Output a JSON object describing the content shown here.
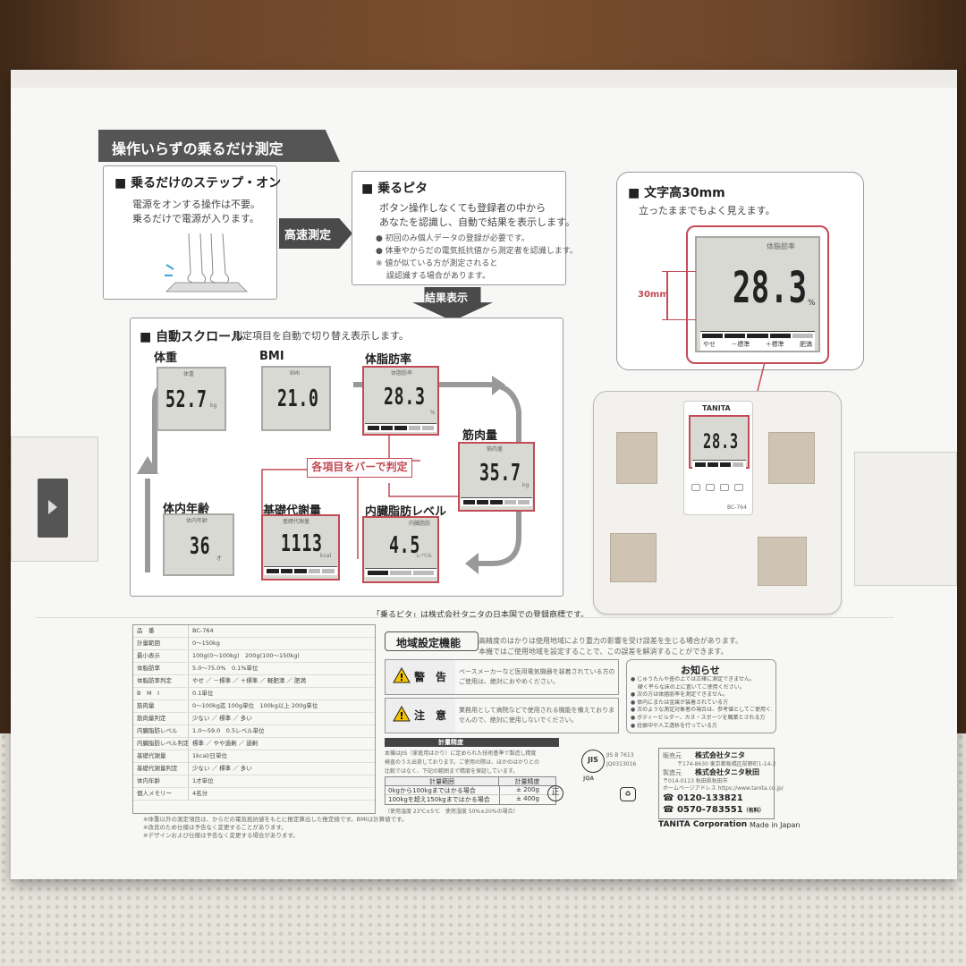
{
  "header": {
    "title": "操作いらずの乗るだけ測定"
  },
  "step_on": {
    "title": "乗るだけのステップ・オン",
    "lines": [
      "電源をオンする操作は不要。",
      "乗るだけで電源が入ります。"
    ]
  },
  "arrow1": {
    "label": "高速測定"
  },
  "norupita": {
    "title": "乗るピタ",
    "lines": [
      "ボタン操作しなくても登録者の中から",
      "あなたを認識し、自動で結果を表示します。"
    ],
    "notes": [
      "● 初回のみ個人データの登録が必要です。",
      "● 体重やからだの電気抵抗値から測定者を認識します。",
      "※ 値が似ている方が測定されると",
      "　 誤認識する場合があります。"
    ]
  },
  "arrow2": {
    "label": "結果表示"
  },
  "font_size_panel": {
    "title": "文字高30mm",
    "subtitle": "立ったままでもよく見えます。",
    "lcd_label": "体脂肪率",
    "value": "28.3",
    "unit": "%",
    "dimension": "30mm",
    "scale": [
      "やせ",
      "－標準",
      "＋標準",
      "",
      "肥満"
    ]
  },
  "autoscroll": {
    "title": "自動スクロール",
    "subtitle": "測定項目を自動で切り替え表示します。",
    "judge_label": "各項目をバーで判定",
    "items": {
      "weight": {
        "label": "体重",
        "lcd_label": "体重",
        "value": "52.7",
        "unit": "kg"
      },
      "bmi": {
        "label": "BMI",
        "lcd_label": "BMI",
        "value": "21.0",
        "unit": ""
      },
      "fat": {
        "label": "体脂肪率",
        "lcd_label": "体脂肪率",
        "value": "28.3",
        "unit": "%"
      },
      "muscle": {
        "label": "筋肉量",
        "lcd_label": "筋肉量",
        "value": "35.7",
        "unit": "kg"
      },
      "visceral": {
        "label": "内臓脂肪レベル",
        "lcd_label": "内臓脂肪",
        "value": "4.5",
        "unit": "レベル"
      },
      "bmr": {
        "label": "基礎代謝量",
        "lcd_label": "基礎代謝量",
        "value": "1113",
        "unit": "kcal"
      },
      "age": {
        "label": "体内年齢",
        "lcd_label": "体内年齢",
        "value": "36",
        "unit": "才"
      }
    }
  },
  "trademark": "「乗るピタ」は株式会社タニタの日本国での登録商標です。",
  "scale_device": {
    "brand": "TANITA",
    "value": "28.3",
    "model": "BC-764"
  },
  "specs": {
    "rows": [
      [
        "品　番",
        "BC-764"
      ],
      [
        "計量範囲",
        "0～150kg"
      ],
      [
        "最小表示",
        "100g(0～100kg)　200g(100～150kg)"
      ],
      [
        "体脂肪率",
        "5.0～75.0%　0.1%単位"
      ],
      [
        "体脂肪率判定",
        "やせ ／ －標準 ／ ＋標準 ／ 軽肥満 ／ 肥満"
      ],
      [
        "B　M　I",
        "0.1単位"
      ],
      [
        "筋肉量",
        "0～100kg迄 100g単位　100kg以上 200g単位"
      ],
      [
        "筋肉量判定",
        "少ない ／ 標準 ／ 多い"
      ],
      [
        "内臓脂肪レベル",
        "1.0～59.0　0.5レベル単位"
      ],
      [
        "内臓脂肪レベル判定",
        "標準 ／ やや過剰 ／ 過剰"
      ],
      [
        "基礎代謝量",
        "1kcal/日単位"
      ],
      [
        "基礎代謝量判定",
        "少ない ／ 標準 ／ 多い"
      ],
      [
        "体内年齢",
        "1才単位"
      ],
      [
        "個人メモリー",
        "4名分"
      ]
    ],
    "notes": [
      "※体重以外の測定項目は、からだの電気抵抗値をもとに推定算出した推定値です。BMIは計算値です。",
      "※改良のため仕様は予告なく変更することがあります。",
      "※デザインおよび仕様は予告なく変更する場合があります。"
    ]
  },
  "region": {
    "title": "地域設定機能",
    "text": [
      "高精度のはかりは使用地域により重力の影響を受け誤差を生じる場合があります。",
      "本機ではご使用地域を設定することで、この誤差を解消することができます。"
    ]
  },
  "warning": {
    "title": "警　告",
    "text": [
      "ペースメーカーなど医用電気機器を装着されている方のご使用は、絶対におやめください。"
    ]
  },
  "caution": {
    "title": "注　意",
    "text": [
      "業務用として病院などで使用される機能を備えておりませんので、絶対に使用しないでください。"
    ]
  },
  "notice": {
    "title": "お知らせ",
    "lines": [
      "● じゅうたんや畳の上では正確に測定できません。",
      "　 硬く平らな床の上に置いてご使用ください。",
      "● 次の方は体脂肪率を測定できません。",
      "● 体内にまたは金属が装着されている方",
      "● 次のような測定対象者の場合は、参考値としてご使用ください。",
      "● ボディービルダー、カヌ・スポーツを職業とされる方",
      "● 妊娠中や人工透析を行っている方"
    ]
  },
  "accuracy": {
    "title": "計量精度",
    "intro": [
      "本機はJIS（家庭用はかり）に定められた技術基準で製造し精度",
      "検査のうえ出荷しております。ご使用の際は、ほかのはかりとの",
      "比較ではなく、下記の範囲まで精度を保証しています。"
    ],
    "headers": [
      "計量範囲",
      "計量精度"
    ],
    "rows": [
      [
        "0kgから100kgまではかる場合",
        "± 200g"
      ],
      [
        "100kgを超え150kgまではかる場合",
        "± 400g"
      ]
    ],
    "note": "（使用温度 23℃±5℃　使用湿度 50%±20%の場合）"
  },
  "jis": {
    "mark": "JIS",
    "org": "JQA",
    "code": "JIS B 7613",
    "cert": "JQ0313016"
  },
  "seller": {
    "label": "販売元",
    "company": "株式会社タニタ",
    "address": "〒174-8630 東京都板橋区前野町1-14-2",
    "maker_label": "製造元",
    "maker": "株式会社タニタ秋田",
    "maker_address": "〒014-0113 秋田県秋田市",
    "home": "ホームページアドレス https://www.tanita.co.jp/",
    "freedial": "0120-133821",
    "navi": "0570-783551",
    "navi_note": "（有料）"
  },
  "footer": {
    "corp": "TANITA Corporation",
    "made": "Made in Japan"
  }
}
